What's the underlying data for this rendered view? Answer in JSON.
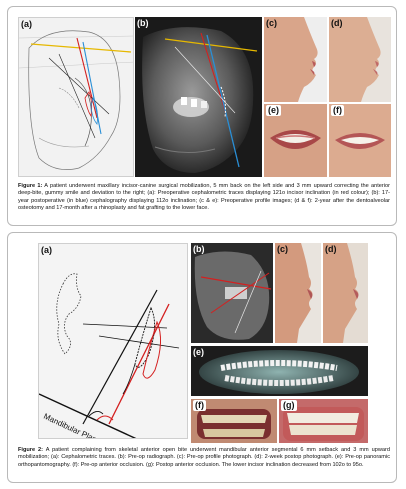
{
  "figure1": {
    "panels": [
      "(a)",
      "(b)",
      "(c)",
      "(d)",
      "(e)",
      "(f)"
    ],
    "caption_label": "Figure 1:",
    "caption_text": "A patient underwent maxillary incisor-canine surgical mobilization, 5 mm back on the left side and 3 mm upward correcting the anterior deep-bite, gummy smile and deviation to the right; (a): Preoperative cephalometric traces displaying 121o incisor inclination (in red colour); (b): 17-year postoperative (in blue) cephalography displaying 112o inclination; (c & e): Preoperative profile images; (d & f): 2-year after the dentoalveolar osteotomy and 17-month after a rhinoplasty and fat grafting to the lower face."
  },
  "figure2": {
    "panels": [
      "(a)",
      "(b)",
      "(c)",
      "(d)",
      "(e)",
      "(f)",
      "(g)"
    ],
    "mandibular_plane_label": "Mandibular Plane",
    "caption_label": "Figure 2:",
    "caption_text": "A patient complaining from skeletal anterior open bite underwent mandibular anterior segmental 6 mm setback and 3 mm upward mobilization; (a): Cephalometric traces. (b): Pre-op radiograph. (c): Pre-op profile photograph. (d): 2-week postop photograph. (e): Pre-op panoramic orthopantomography. (f): Pre-op anterior occlusion. (g): Postop anterior occlusion. The lower incisor inclination decreased from 102o to 95o."
  },
  "colors": {
    "frame": "#b9b9b9",
    "preop_trace": "#d42020",
    "postop_trace": "#2a8fd6",
    "yellow_line": "#e6b800",
    "xray_dark": "#1a1a1a",
    "skin": "#d9a58a",
    "lip": "#b85a5a"
  }
}
